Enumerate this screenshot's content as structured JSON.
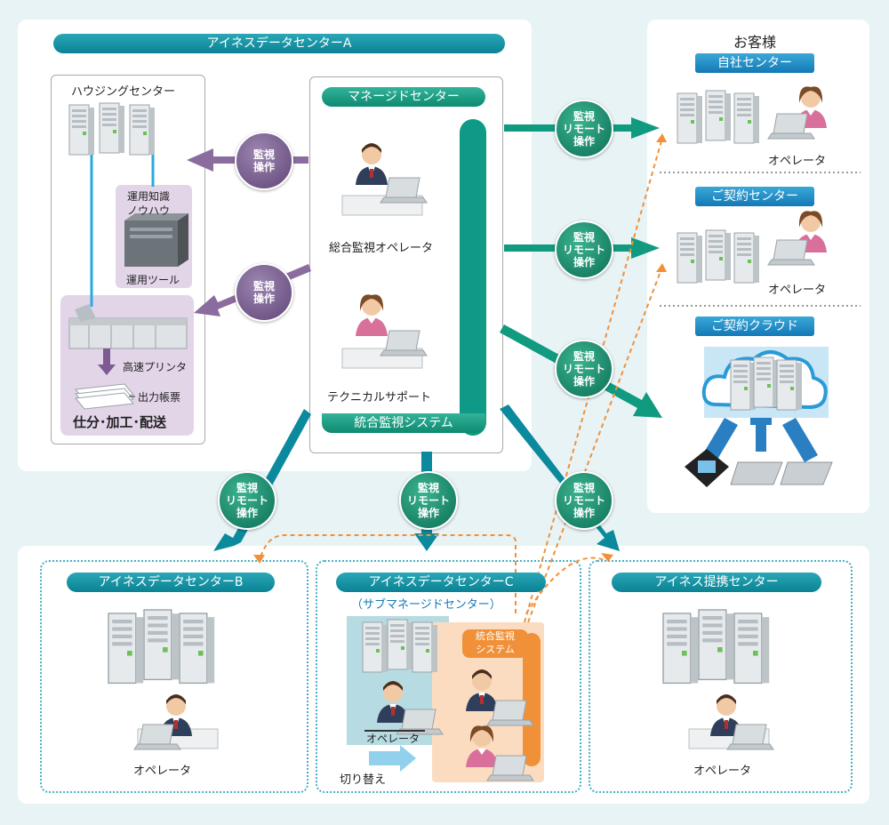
{
  "center_a": {
    "title": "アイネスデータセンターA",
    "housing": {
      "title": "ハウジングセンター",
      "knowhow_line1": "運用知識",
      "knowhow_line2": "ノウハウ",
      "tool": "運用ツール",
      "printer": "高速プリンタ",
      "output": "出力帳票",
      "process": "仕分･加工･配送"
    },
    "managed": {
      "title": "マネージドセンター",
      "operator": "総合監視オペレータ",
      "support": "テクニカルサポート",
      "system": "統合監視システム"
    }
  },
  "customer": {
    "title": "お客様",
    "own_center": "自社センター",
    "own_operator": "オペレータ",
    "contract_center": "ご契約センター",
    "contract_operator": "オペレータ",
    "contract_cloud": "ご契約クラウド"
  },
  "badges": {
    "monitor_ops_l1": "監視",
    "monitor_ops_l2": "操作",
    "remote_l1": "監視",
    "remote_l2": "リモート",
    "remote_l3": "操作"
  },
  "center_b": {
    "title": "アイネスデータセンターB",
    "operator": "オペレータ"
  },
  "center_c": {
    "title": "アイネスデータセンターC",
    "subtitle": "（サブマネージドセンター）",
    "system_l1": "統合監視",
    "system_l2": "システム",
    "operator": "オペレータ",
    "switch": "切り替え"
  },
  "partner": {
    "title": "アイネス提携センター",
    "operator": "オペレータ"
  },
  "colors": {
    "teal": "#0a8a9c",
    "green_arrow": "#109a80",
    "purple": "#8a6d9e",
    "orange": "#f0913a",
    "dotted_border": "#47b0c7"
  },
  "icons": [
    "server-rack-icon",
    "operator-person-icon",
    "laptop-icon",
    "cloud-icon",
    "printer-icon",
    "paper-stack-icon"
  ]
}
